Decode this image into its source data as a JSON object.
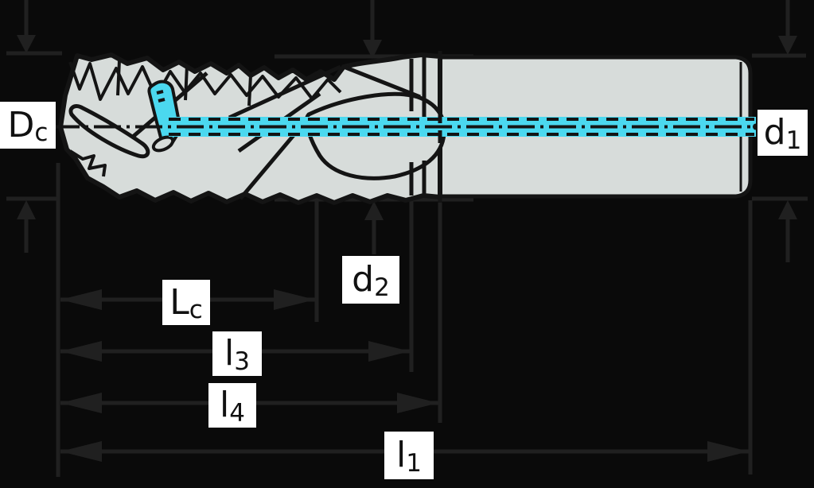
{
  "diagram": {
    "kind": "end-mill-dimension-drawing",
    "colors": {
      "background": "#0a0a0a",
      "tool_fill": "#d7dcda",
      "tool_outline": "#141414",
      "coolant_channel": "#4bd8ef",
      "dimension_line": "#202020",
      "label_background": "#ffffff",
      "label_text": "#111111"
    },
    "labels": {
      "dc": {
        "base": "D",
        "sub": "c"
      },
      "d1": {
        "base": "d",
        "sub": "1"
      },
      "d2": {
        "base": "d",
        "sub": "2"
      },
      "lc": {
        "base": "L",
        "sub": "c"
      },
      "l3": {
        "base": "l",
        "sub": "3"
      },
      "l4": {
        "base": "l",
        "sub": "4"
      },
      "l1": {
        "base": "l",
        "sub": "1"
      }
    }
  }
}
